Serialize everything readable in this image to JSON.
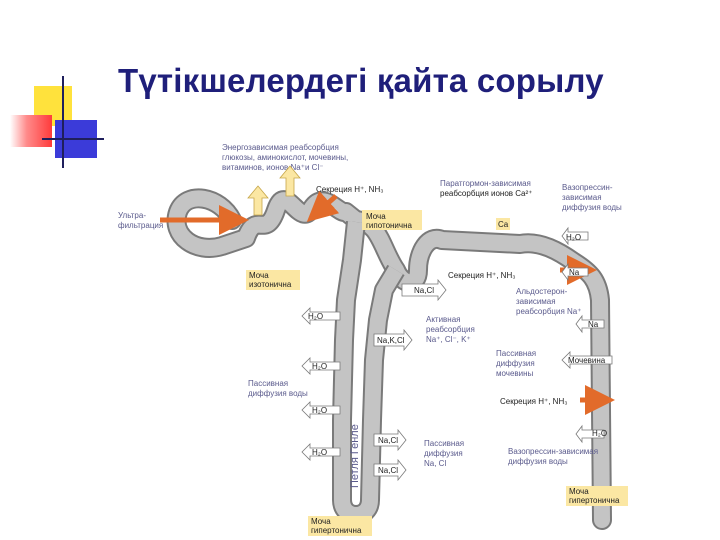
{
  "title": "Түтікшелердегі қайта сорылу",
  "colors": {
    "title": "#1f1f7a",
    "tubule": "#c4c4c4",
    "tubule_edge": "#7a7a7a",
    "label_text": "#5a5a8c",
    "highlight_box": "#fbe7a3",
    "arrow_orange": "#e26b2a",
    "arrow_yellow": "#fbe7a3",
    "arrow_white": "#ffffff",
    "deco_yellow": "#ffe23c",
    "deco_red": "#ff3b3b",
    "deco_blue": "#3b3bd9"
  },
  "labels": {
    "energy_reab": [
      "Энергозависимая реабсорбция",
      "глюкозы, аминокислот, мочевины,",
      "витаминов, ионов Na⁺и Cl⁻"
    ],
    "ultrafiltration": [
      "Ультра-",
      "фильтрация"
    ],
    "secretion_top": "Секреция H⁺, NH₃",
    "parathormone": [
      "Паратгормон-зависимая",
      "реабсорбция ионов Ca²⁺"
    ],
    "vasopressin_top": [
      "Вазопрессин-",
      "зависимая",
      "диффузия воды"
    ],
    "urine_hypotonic": [
      "Моча",
      "гипотонична"
    ],
    "ca": "Ca",
    "h2o_top_right": "H₂O",
    "urine_isotonic": [
      "Моча",
      "изотонична"
    ],
    "secretion_mid": "Секреция H⁺, NH₃",
    "na_right_1": "Na",
    "nacl_mid": "Na,Cl",
    "aldosterone": [
      "Альдостерон-",
      "зависимая",
      "реабсорбция Na⁺"
    ],
    "h2o_left_1": "H₂O",
    "na_right_2": "Na",
    "active_reab": [
      "Активная",
      "реабсорбция",
      "Na⁺, Cl⁻, K⁺"
    ],
    "nakcl": "Na,K,Cl",
    "passive_urea": [
      "Пассивная",
      "диффузия",
      "мочевины"
    ],
    "urea_box": "Мочевина",
    "h2o_left_2": "H₂O",
    "passive_water": [
      "Пассивная",
      "диффузия воды"
    ],
    "secretion_bottom": "Секреция H⁺, NH₃",
    "h2o_left_3": "H₂O",
    "loop_henle": "Петля Генле",
    "h2o_right_bottom": "H₂O",
    "nacl_loop_1": "Na,Cl",
    "passive_diff": [
      "Пассивная",
      "диффузия",
      "Na, Cl"
    ],
    "vasopressin_bottom": [
      "Вазопрессин-зависимая",
      "диффузия воды"
    ],
    "h2o_left_4": "H₂O",
    "nacl_loop_2": "Na,Cl",
    "urine_hypertonic_bottom_right": [
      "Моча",
      "гипертонична"
    ],
    "urine_hypertonic_bottom": [
      "Моча",
      "гипертонична"
    ]
  }
}
